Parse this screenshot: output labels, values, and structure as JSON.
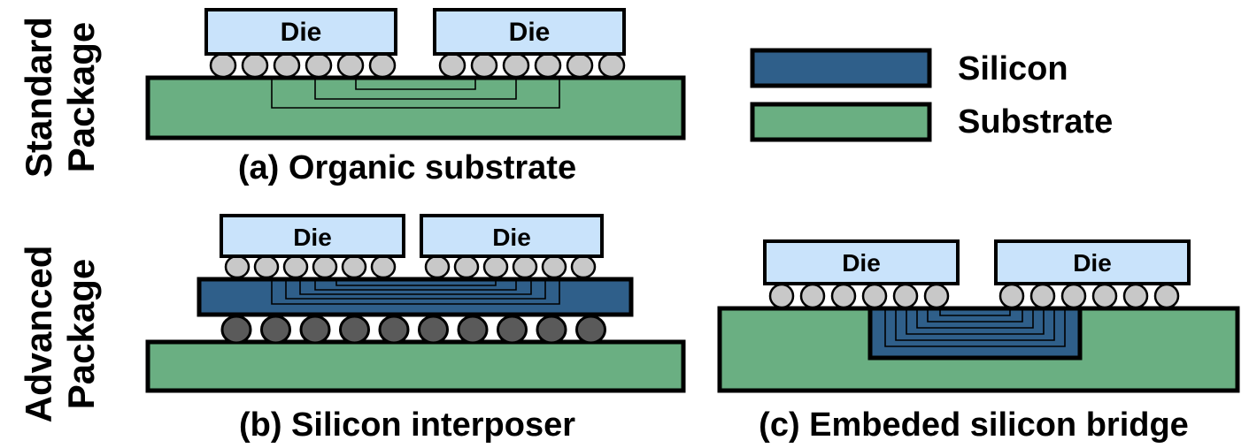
{
  "row_labels": {
    "standard": [
      "Standard",
      "Package"
    ],
    "advanced": [
      "Advanced",
      "Package"
    ]
  },
  "die_label": "Die",
  "legend": [
    {
      "label": "Silicon",
      "color": "#2f5f8a"
    },
    {
      "label": "Substrate",
      "color": "#6aaf82"
    }
  ],
  "captions": {
    "a": "(a) Organic substrate",
    "b": "(b) Silicon interposer",
    "c": "(c) Embeded silicon bridge"
  },
  "colors": {
    "die": "#c9e3fb",
    "substrate": "#6aaf82",
    "silicon": "#2f5f8a",
    "microbump": "#c8c8c8",
    "c4bump": "#5a5a5a"
  }
}
